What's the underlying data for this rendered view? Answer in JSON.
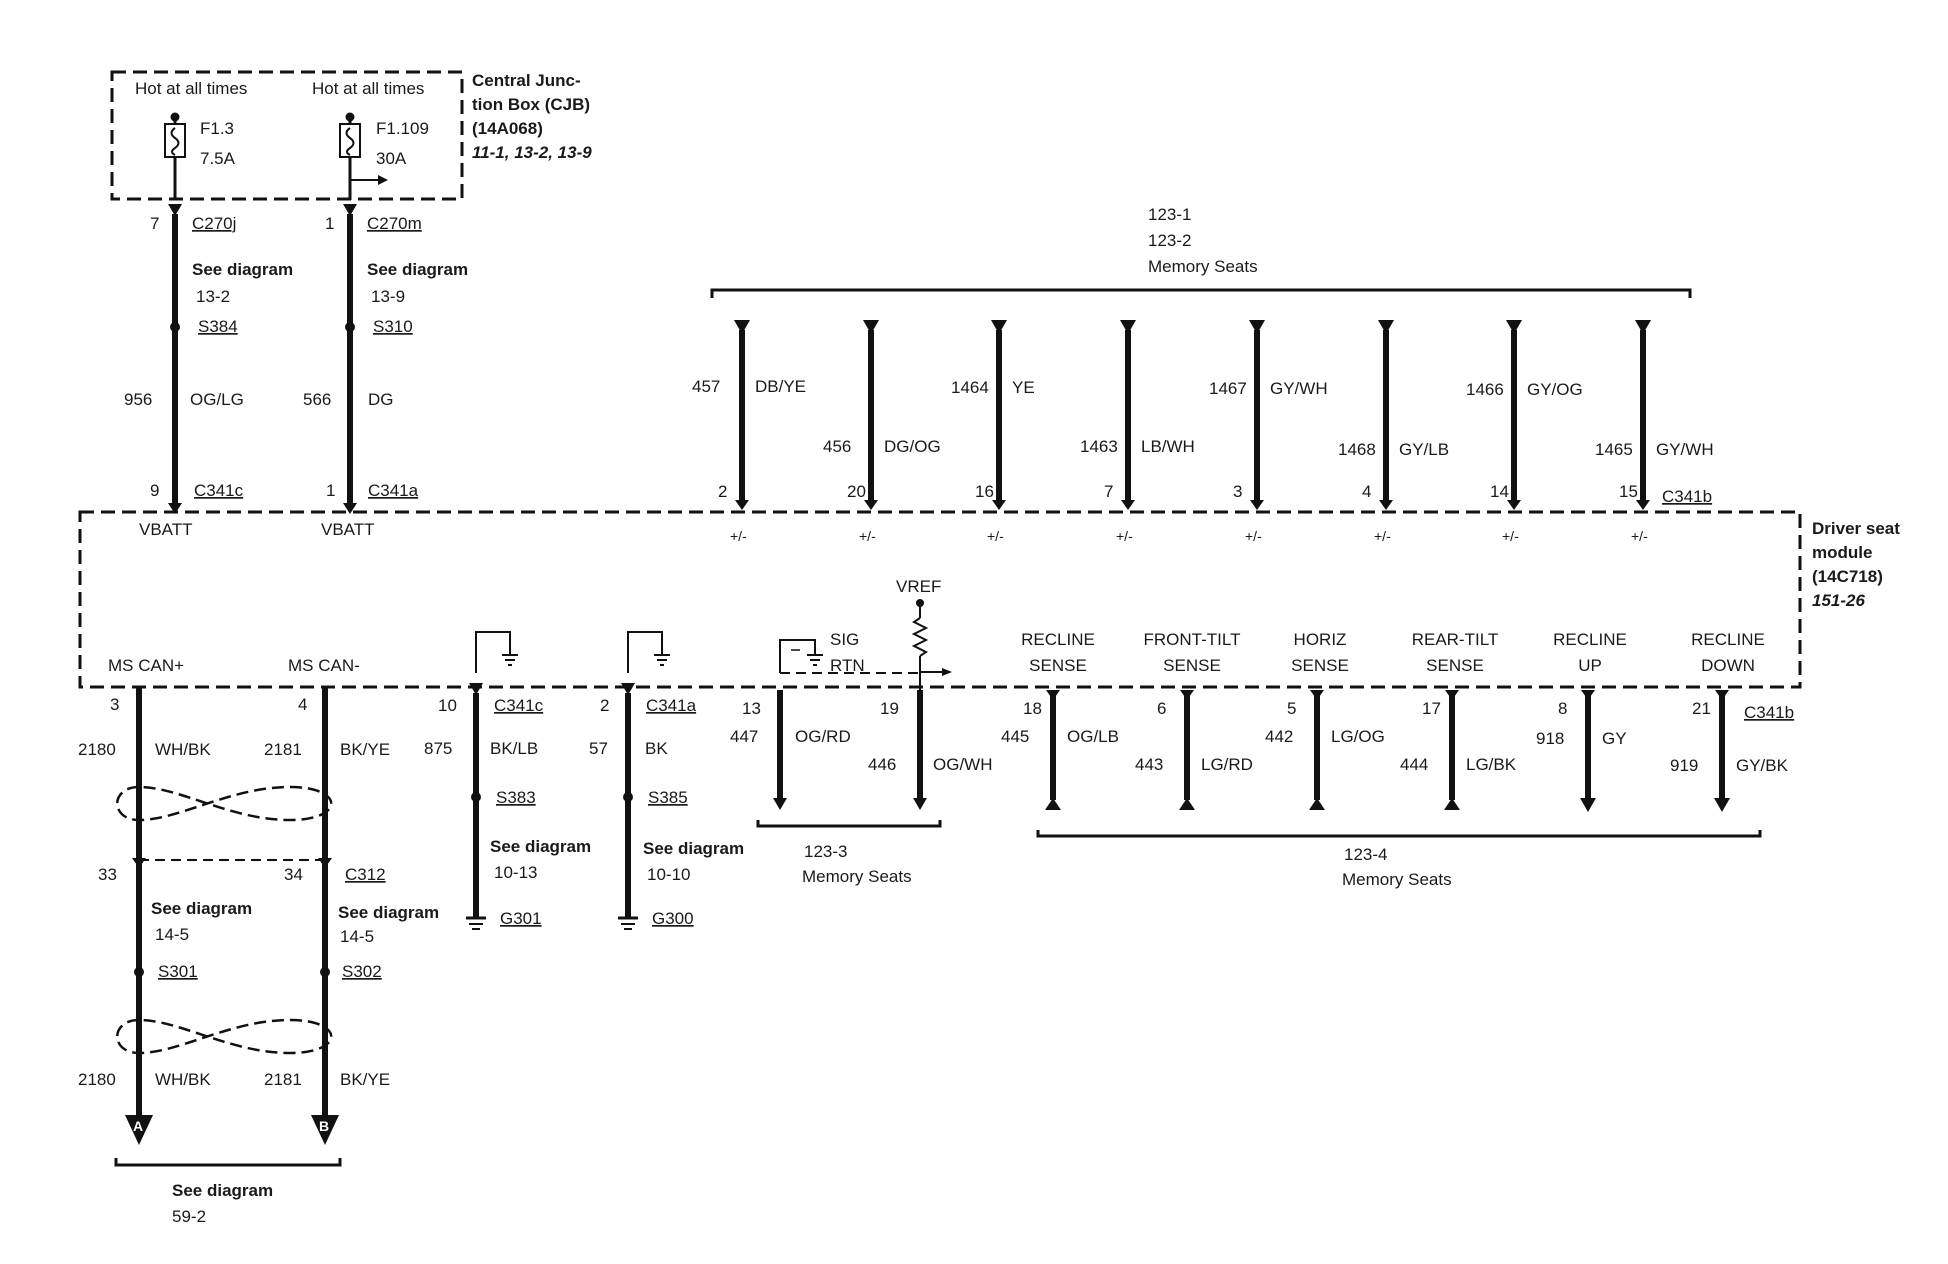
{
  "cjb": {
    "hot1": "Hot at all times",
    "hot2": "Hot at all times",
    "fuse1_name": "F1.3",
    "fuse1_rating": "7.5A",
    "fuse2_name": "F1.109",
    "fuse2_rating": "30A",
    "title_l1": "Central Junc-",
    "title_l2": "tion Box (CJB)",
    "title_l3": "(14A068)",
    "title_l4": "11-1, 13-2, 13-9"
  },
  "module": {
    "title_l1": "Driver seat",
    "title_l2": "module",
    "title_l3": "(14C718)",
    "title_l4": "151-26"
  },
  "power": [
    {
      "pin": "7",
      "conn": "C270j",
      "see": "See diagram",
      "see_ref": "13-2",
      "splice": "S384",
      "circuit": "956",
      "color": "OG/LG",
      "mod_pin": "9",
      "mod_conn": "C341c",
      "mod_label": "VBATT"
    },
    {
      "pin": "1",
      "conn": "C270m",
      "see": "See diagram",
      "see_ref": "13-9",
      "splice": "S310",
      "circuit": "566",
      "color": "DG",
      "mod_pin": "1",
      "mod_conn": "C341a",
      "mod_label": "VBATT"
    }
  ],
  "top_group": {
    "ref1": "123-1",
    "ref2": "123-2",
    "name": "Memory Seats"
  },
  "top_wires": [
    {
      "circuit": "457",
      "color": "DB/YE",
      "pin": "2",
      "sign": "+/-"
    },
    {
      "circuit": "456",
      "color": "DG/OG",
      "pin": "20",
      "sign": "+/-"
    },
    {
      "circuit": "1464",
      "color": "YE",
      "pin": "16",
      "sign": "+/-"
    },
    {
      "circuit": "1463",
      "color": "LB/WH",
      "pin": "7",
      "sign": "+/-"
    },
    {
      "circuit": "1467",
      "color": "GY/WH",
      "pin": "3",
      "sign": "+/-"
    },
    {
      "circuit": "1468",
      "color": "GY/LB",
      "pin": "4",
      "sign": "+/-"
    },
    {
      "circuit": "1466",
      "color": "GY/OG",
      "pin": "14",
      "sign": "+/-"
    },
    {
      "circuit": "1465",
      "color": "GY/WH",
      "pin": "15",
      "sign": "+/-"
    }
  ],
  "top_conn": "C341b",
  "can": {
    "plus": "MS CAN+",
    "minus": "MS CAN-",
    "pin_plus": "3",
    "pin_minus": "4",
    "circ_plus": "2180",
    "color_plus": "WH/BK",
    "circ_minus": "2181",
    "color_minus": "BK/YE",
    "c312_pin_plus": "33",
    "c312_pin_minus": "34",
    "c312": "C312",
    "see1": "See diagram",
    "see1_ref": "14-5",
    "see2": "See diagram",
    "see2_ref": "14-5",
    "splice_plus": "S301",
    "splice_minus": "S302",
    "circ_plus_b": "2180",
    "color_plus_b": "WH/BK",
    "circ_minus_b": "2181",
    "color_minus_b": "BK/YE",
    "arrow_a": "A",
    "arrow_b": "B",
    "bottom_see": "See diagram",
    "bottom_ref": "59-2"
  },
  "grounds": [
    {
      "pin": "10",
      "conn": "C341c",
      "circuit": "875",
      "color": "BK/LB",
      "splice": "S383",
      "see": "See diagram",
      "see_ref": "10-13",
      "gnd": "G301"
    },
    {
      "pin": "2",
      "conn": "C341a",
      "circuit": "57",
      "color": "BK",
      "splice": "S385",
      "see": "See diagram",
      "see_ref": "10-10",
      "gnd": "G300"
    }
  ],
  "sensor": {
    "sig": "SIG",
    "rtn": "RTN",
    "vref": "VREF",
    "pin1": "13",
    "circ1": "447",
    "color1": "OG/RD",
    "pin2": "19",
    "circ2": "446",
    "color2": "OG/WH",
    "ref": "123-3",
    "name": "Memory Seats"
  },
  "senses": [
    {
      "l1": "RECLINE",
      "l2": "SENSE",
      "pin": "18",
      "circuit": "445",
      "color": "OG/LB"
    },
    {
      "l1": "FRONT-TILT",
      "l2": "SENSE",
      "pin": "6",
      "circuit": "443",
      "color": "LG/RD"
    },
    {
      "l1": "HORIZ",
      "l2": "SENSE",
      "pin": "5",
      "circuit": "442",
      "color": "LG/OG"
    },
    {
      "l1": "REAR-TILT",
      "l2": "SENSE",
      "pin": "17",
      "circuit": "444",
      "color": "LG/BK"
    },
    {
      "l1": "RECLINE",
      "l2": "UP",
      "pin": "8",
      "circuit": "918",
      "color": "GY"
    },
    {
      "l1": "RECLINE",
      "l2": "DOWN",
      "pin": "21",
      "circuit": "919",
      "color": "GY/BK"
    }
  ],
  "bottom_conn": "C341b",
  "bottom_group": {
    "ref": "123-4",
    "name": "Memory Seats"
  }
}
